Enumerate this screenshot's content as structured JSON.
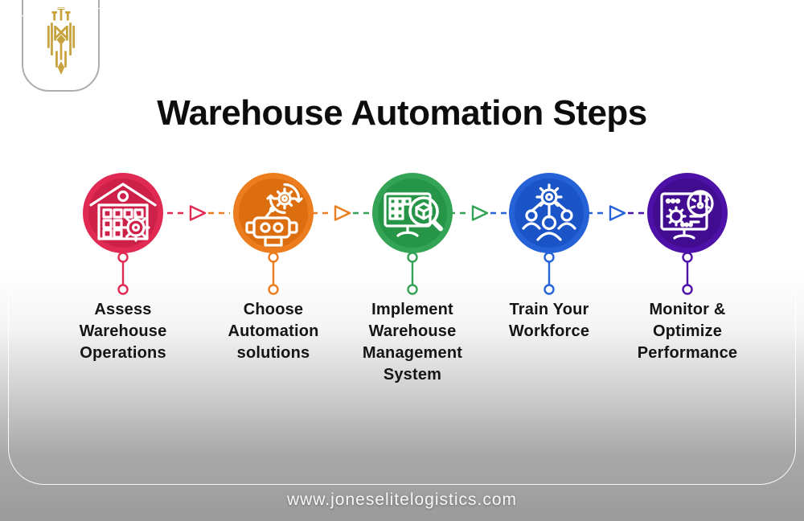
{
  "header": {
    "title": "Warehouse Automation Steps"
  },
  "brand": {
    "logo_icon": "gold-lion-crest",
    "gold": "#C7A23E",
    "card_border": "#ACACAC"
  },
  "steps": [
    {
      "label": "Assess\nWarehouse\nOperations",
      "icon": "warehouse-gear-icon",
      "color": "#E02A53",
      "color_dark": "#CE2149"
    },
    {
      "label": "Choose\nAutomation\nsolutions",
      "icon": "robot-automation-icon",
      "color": "#EC7D1E",
      "color_dark": "#DC6E10"
    },
    {
      "label": "Implement\nWarehouse\nManagement\nSystem",
      "icon": "wms-monitor-search-icon",
      "color": "#33A355",
      "color_dark": "#269548"
    },
    {
      "label": "Train Your\nWorkforce",
      "icon": "team-training-icon",
      "color": "#2562D8",
      "color_dark": "#1B54C6"
    },
    {
      "label": "Monitor &\nOptimize\nPerformance",
      "icon": "performance-dashboard-icon",
      "color": "#4D11A7",
      "color_dark": "#410C90"
    }
  ],
  "footer": {
    "website": "www.joneselitelogistics.com"
  }
}
